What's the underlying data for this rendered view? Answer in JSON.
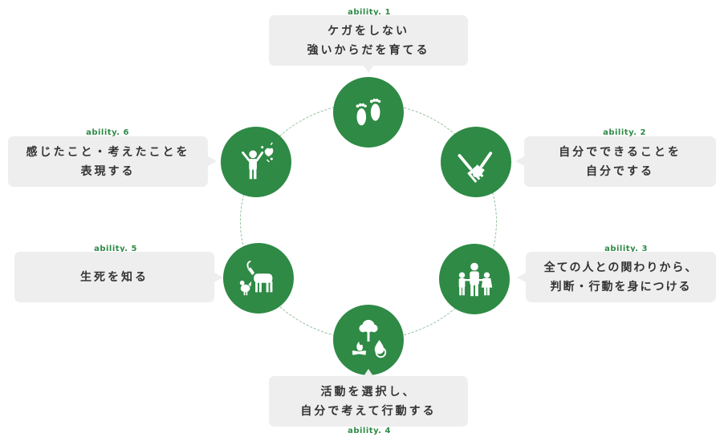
{
  "abilities": [
    {
      "tag": "ability. 1",
      "lines": [
        "ケガをしない",
        "強いからだを育てる"
      ],
      "icon": "footprints-icon"
    },
    {
      "tag": "ability. 2",
      "lines": [
        "自分でできることを",
        "自分でする"
      ],
      "icon": "garden-tools-icon"
    },
    {
      "tag": "ability. 3",
      "lines": [
        "全ての人との関わりから、",
        "判断・行動を身につける"
      ],
      "icon": "family-icon"
    },
    {
      "tag": "ability. 4",
      "lines": [
        "活動を選択し、",
        "自分で考えて行動する"
      ],
      "icon": "tree-campfire-icon"
    },
    {
      "tag": "ability. 5",
      "lines": [
        "生死を知る"
      ],
      "icon": "goat-chicken-icon"
    },
    {
      "tag": "ability. 6",
      "lines": [
        "感じたこと・考えたことを",
        "表現する"
      ],
      "icon": "child-expressing-icon"
    }
  ],
  "colors": {
    "accent": "#2e8a45",
    "box": "#eeeeee",
    "text": "#333333",
    "ring": "#8fbf9a"
  }
}
